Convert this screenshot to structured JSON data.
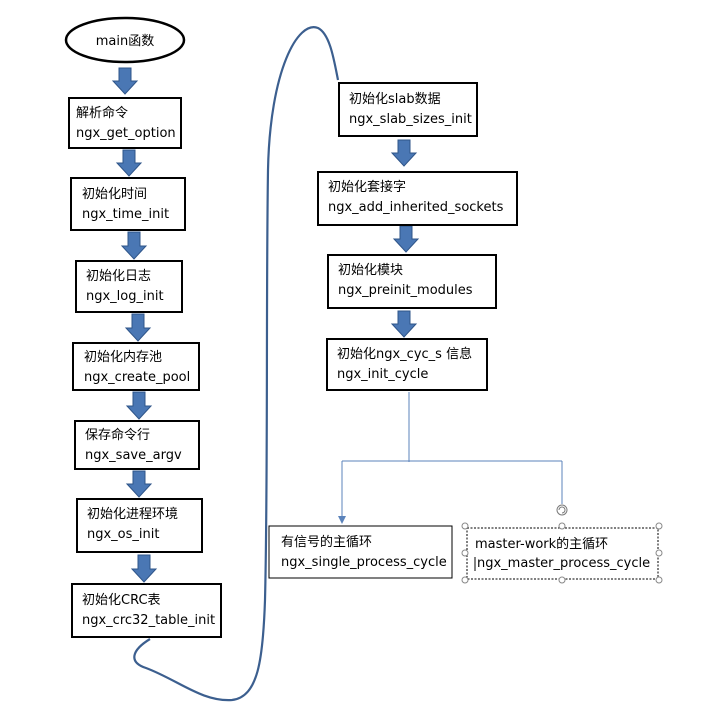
{
  "diagram": {
    "start": {
      "label": "main函数"
    },
    "left_nodes": [
      {
        "cn": "解析命令",
        "fn": "ngx_get_option"
      },
      {
        "cn": "初始化时间",
        "fn": "ngx_time_init"
      },
      {
        "cn": "初始化日志",
        "fn": "ngx_log_init"
      },
      {
        "cn": "初始化内存池",
        "fn": "ngx_create_pool"
      },
      {
        "cn": "保存命令行",
        "fn": "ngx_save_argv"
      },
      {
        "cn": "初始化进程环境",
        "fn": "ngx_os_init"
      },
      {
        "cn": "初始化CRC表",
        "fn": "ngx_crc32_table_init"
      }
    ],
    "right_nodes": [
      {
        "cn": "初始化slab数据",
        "fn": "ngx_slab_sizes_init"
      },
      {
        "cn": "初始化套接字",
        "fn": "ngx_add_inherited_sockets"
      },
      {
        "cn": "初始化模块",
        "fn": "ngx_preinit_modules"
      },
      {
        "cn": "初始化ngx_cyc_s 信息",
        "fn": "ngx_init_cycle"
      }
    ],
    "branches": [
      {
        "cn": "有信号的主循环",
        "fn": "ngx_single_process_cycle"
      },
      {
        "cn": "master-work的主循环",
        "fn": "ngx_master_process_cycle"
      }
    ],
    "colors": {
      "arrow": "#4a77b4",
      "connector": "#3c5f8f",
      "border": "#000000"
    }
  }
}
